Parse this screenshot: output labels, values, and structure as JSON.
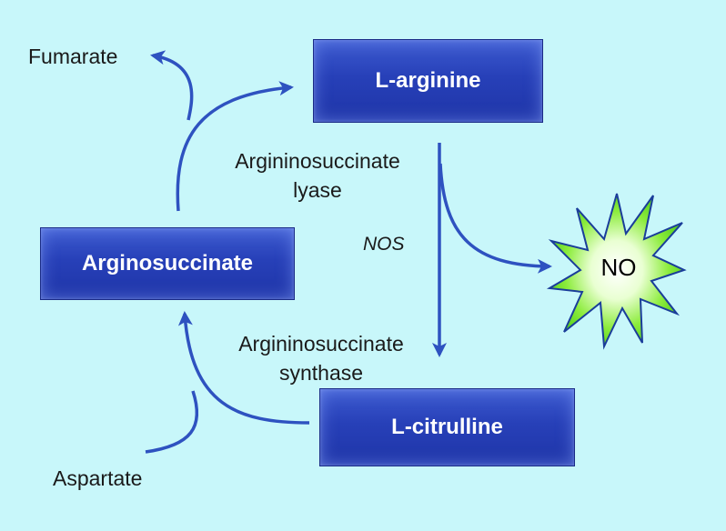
{
  "nodes": {
    "arginine": "L-arginine",
    "arginosuccinate": "Arginosuccinate",
    "citrulline": "L-citrulline",
    "no": "NO"
  },
  "labels": {
    "fumarate": "Fumarate",
    "aspartate": "Aspartate",
    "lyase_line1": "Argininosuccinate",
    "lyase_line2": "lyase",
    "synthase_line1": "Argininosuccinate",
    "synthase_line2": "synthase",
    "nos": "NOS"
  },
  "colors": {
    "background": "#c8f7fa",
    "box": "#2740b8",
    "arrow": "#2e52c0",
    "burst": "#7be52f"
  }
}
